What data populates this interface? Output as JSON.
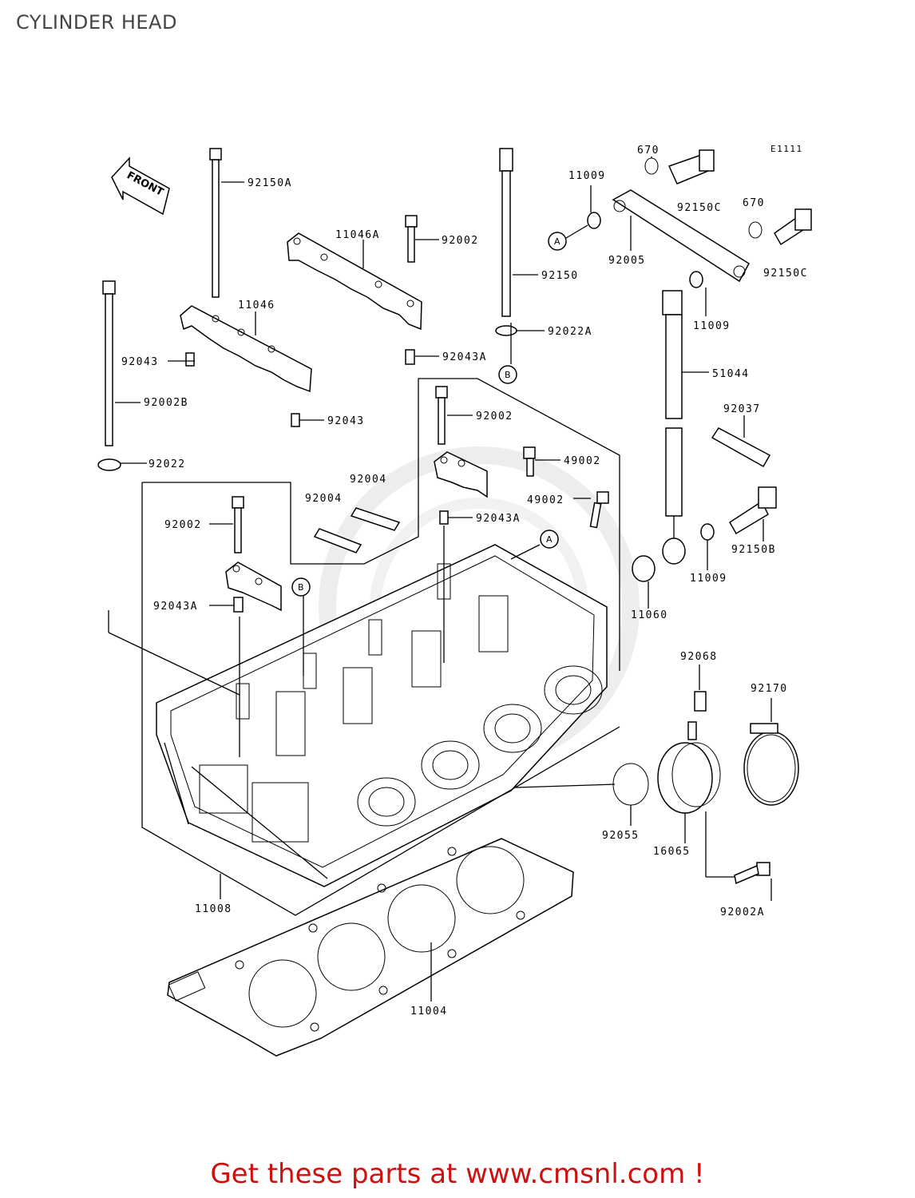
{
  "title": "CYLINDER HEAD",
  "reference_code": "E1111",
  "front_marker": "FRONT",
  "callouts": {
    "a": "A",
    "b": "B"
  },
  "parts": [
    "92150A",
    "11046A",
    "92002",
    "92150",
    "11009",
    "670",
    "92150C",
    "670",
    "92005",
    "92150C",
    "11046",
    "11009",
    "92022A",
    "92043",
    "92043A",
    "51044",
    "92002B",
    "92043",
    "92002",
    "92037",
    "92022",
    "49002",
    "92004",
    "92004",
    "49002",
    "92043A",
    "92002",
    "92150B",
    "11009",
    "11060",
    "92043A",
    "92068",
    "92170",
    "92055",
    "16065",
    "11008",
    "92002A",
    "11004"
  ],
  "promo_text": "Get these parts at www.cmsnl.com !",
  "colors": {
    "title": "#444444",
    "line_art": "#000000",
    "promo": "#cc1111",
    "watermark": "#e6e6e6"
  }
}
